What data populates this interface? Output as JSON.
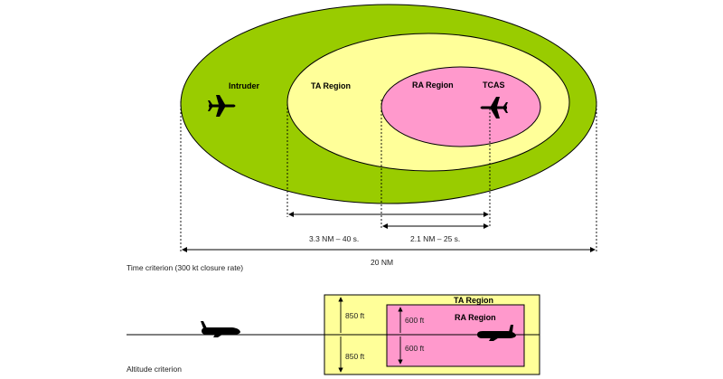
{
  "labels": {
    "intruder": "Intruder",
    "ta_region": "TA Region",
    "ra_region": "RA Region",
    "tcas": "TCAS",
    "ta_distance": "3.3 NM – 40 s.",
    "ra_distance": "2.1 NM – 25 s.",
    "total_distance": "20 NM",
    "time_criterion": "Time criterion (300 kt closure rate)",
    "altitude_criterion": "Altitude criterion",
    "alt_ta_region": "TA Region",
    "alt_ra_region": "RA Region",
    "ta_above": "850 ft",
    "ta_below": "850 ft",
    "ra_above": "600 ft",
    "ra_below": "600 ft"
  },
  "colors": {
    "outer_zone": "#99cc00",
    "ta_zone": "#ffff99",
    "ra_zone": "#ff99cc",
    "outline": "#000000"
  },
  "icons": {
    "intruder_aircraft": "airplane-top-view-icon",
    "tcas_aircraft": "airplane-top-view-icon",
    "side_aircraft": "airplane-side-view-icon"
  }
}
